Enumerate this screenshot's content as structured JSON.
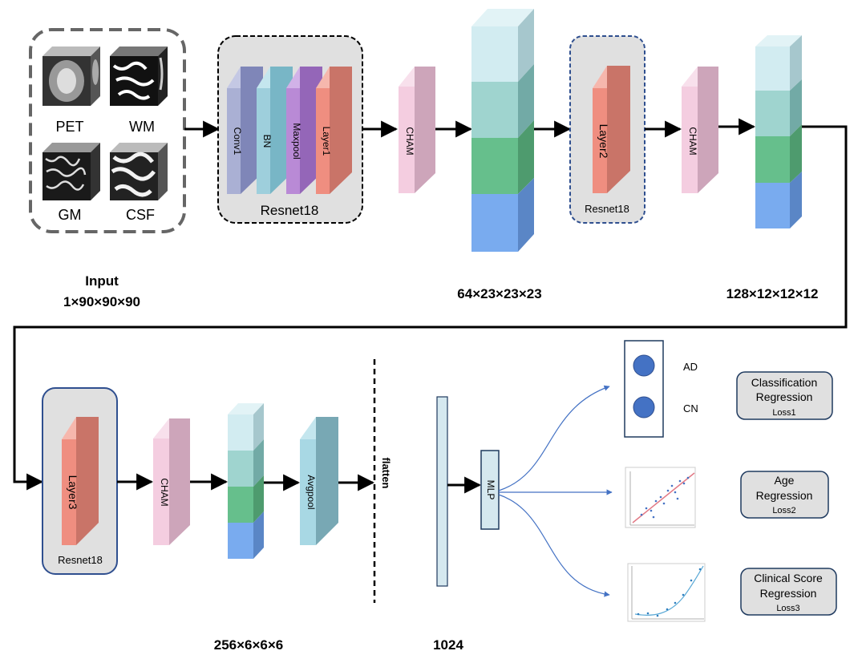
{
  "input": {
    "modalities": [
      "PET",
      "WM",
      "GM",
      "CSF"
    ],
    "caption": "Input",
    "size": "1×90×90×90"
  },
  "resnet_block1": {
    "layers": [
      "Conv1",
      "BN",
      "Maxpool",
      "Layer1"
    ],
    "caption": "Resnet18"
  },
  "cham_label": "CHAM",
  "resnet_block2": {
    "layer": "Layer2",
    "caption": "Resnet18"
  },
  "resnet_block3": {
    "layer": "Layer3",
    "caption": "Resnet18"
  },
  "avgpool_label": "Avgpool",
  "flatten_label": "flatten",
  "mlp_label": "MLP",
  "dims": {
    "d1": "64×23×23×23",
    "d2": "128×12×12×12",
    "d3": "256×6×6×6",
    "d4": "1024"
  },
  "outputs": {
    "classes": [
      "AD",
      "CN"
    ],
    "classification": {
      "line1": "Classification",
      "line2": "Regression",
      "loss": "Loss1"
    },
    "age": {
      "line1": "Age",
      "line2": "Regression",
      "loss": "Loss2"
    },
    "clinical": {
      "line1": "Clinical Score",
      "line2": "Regression",
      "loss": "Loss3"
    }
  },
  "colors": {
    "cham": "#f4cde0",
    "conv": "#aab0d4",
    "bn": "#9ecfdc",
    "maxpool": "#b98ad6",
    "layer": "#ef8e80",
    "stack_top": "#d2ecf1",
    "stack_2": "#9fd4cf",
    "stack_3": "#66bf8c",
    "stack_4": "#79abef",
    "avgpool": "#a8d8e4",
    "box_fill": "#e0e0e0",
    "dot": "#4472c4"
  }
}
